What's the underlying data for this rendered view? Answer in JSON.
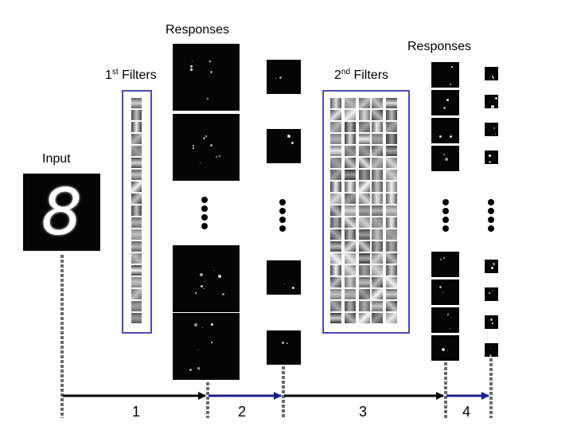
{
  "labels": {
    "responses_top": "Responses",
    "responses_right": "Responses",
    "first_filters_prefix": "1",
    "first_filters_sup": "st",
    "first_filters_word": " Filters",
    "second_filters_prefix": "2",
    "second_filters_sup": "nd",
    "second_filters_word": " Filters",
    "input": "Input"
  },
  "stages": [
    "1",
    "2",
    "3",
    "4"
  ],
  "input_glyph": "8",
  "colors": {
    "frame": "#4a4ab2",
    "arrow_black": "#000000",
    "arrow_blue": "#1f1f8c",
    "dash": "#6b6b6b"
  }
}
